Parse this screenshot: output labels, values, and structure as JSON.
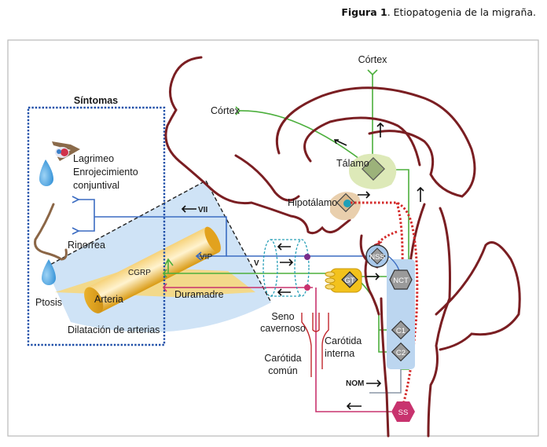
{
  "caption": {
    "prefix": "Figura 1",
    "text": ". Etiopatogenia de la migraña."
  },
  "symptoms_box": {
    "title": "Síntomas",
    "items": [
      "Lagrimeo",
      "Enrojecimiento",
      "conjuntival",
      "Rinorrea",
      "Ptosis",
      "Dilatación de arterias"
    ]
  },
  "labels": {
    "cortex_top": "Córtex",
    "cortex_left": "Córtex",
    "talamo": "Tálamo",
    "hipotalamo": "Hipotálamo",
    "vii": "VII",
    "v": "V",
    "vip": "VIP",
    "cgrp": "CGRP",
    "arteria": "Arteria",
    "duramadre": "Duramadre",
    "seno_1": "Seno",
    "seno_2": "cavernoso",
    "carotida_comun_1": "Carótida",
    "carotida_comun_2": "común",
    "carotida_interna_1": "Carótida",
    "carotida_interna_2": "interna",
    "nom": "NOM"
  },
  "nodes": {
    "nss": "NSS",
    "gt": "GT",
    "nct": "NCT",
    "c1": "C1",
    "c2": "C2",
    "ss": "SS"
  },
  "colors": {
    "brain_outline": "#7a1e22",
    "trigeminal_green": "#4caf3c",
    "parasympathetic_blue": "#3b6cc2",
    "sympathetic_magenta": "#c8336e",
    "hypothalamic_red_dotted": "#d42a2a",
    "symptoms_box_blue": "#1f4fa8",
    "artery_gold": "#e8a820",
    "brainstem_blue": "#bcd6f0",
    "talamo_green": "#dde9b8",
    "hipotalamo_tan": "#e9cfad"
  }
}
